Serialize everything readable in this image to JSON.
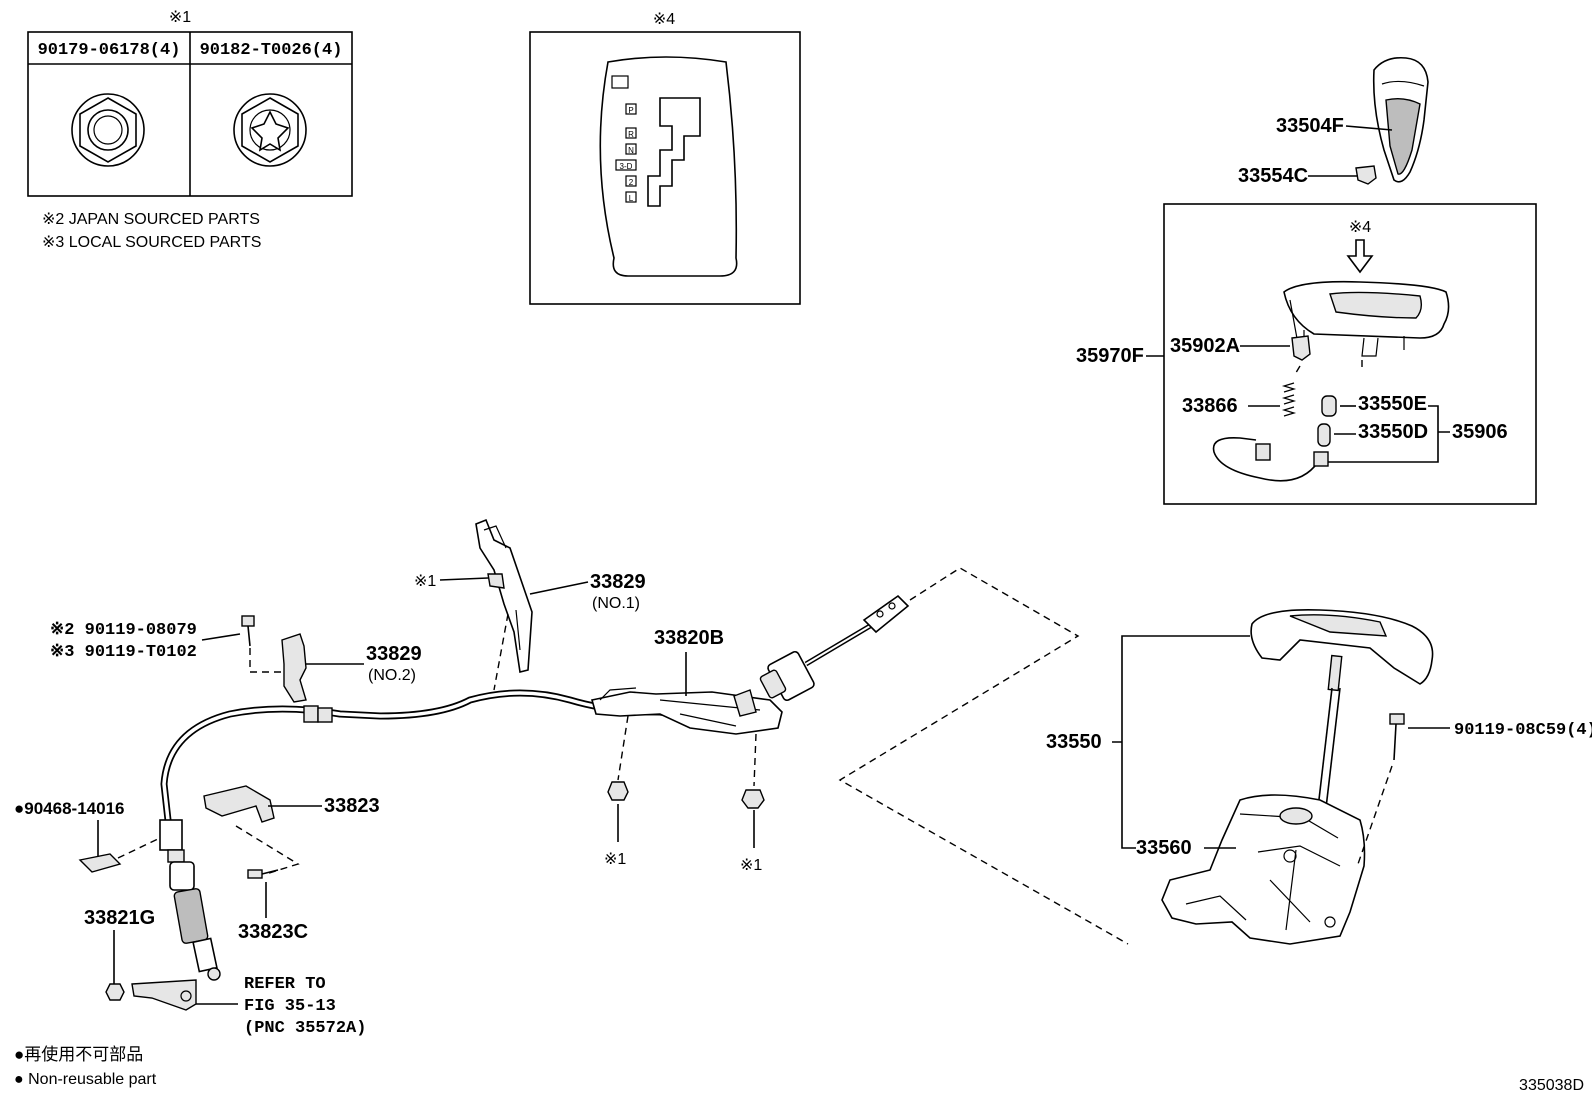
{
  "fastener_table": {
    "header_mark": "※1",
    "col1": "90179-06178(4)",
    "col2": "90182-T0026(4)"
  },
  "notes": {
    "japan": "※2 JAPAN SOURCED PARTS",
    "local": "※3 LOCAL SOURCED PARTS",
    "legend_jp": "●再使用不可部品",
    "legend_en": "● Non-reusable part"
  },
  "indicator_panel": {
    "mark": "※4",
    "positions": [
      "P",
      "R",
      "N",
      "3-D",
      "2",
      "L"
    ]
  },
  "labels": {
    "p33504F": "33504F",
    "p33554C": "33554C",
    "mark4_arrow": "※4",
    "p35970F": "35970F",
    "p35902A": "35902A",
    "p33866": "33866",
    "p33550E": "33550E",
    "p33550D": "33550D",
    "p35906": "35906",
    "mark1_clip": "※1",
    "p33829_no1": "33829",
    "no1": "(NO.1)",
    "bolt_mark2": "※2 90119-08079",
    "bolt_mark3": "※3 90119-T0102",
    "p33829_no2": "33829",
    "no2": "(NO.2)",
    "p33820B": "33820B",
    "p33550": "33550",
    "p90119_08C59": "90119-08C59(4)",
    "p33560": "33560",
    "p90468": "●90468-14016",
    "p33823": "33823",
    "p33823C": "33823C",
    "p33821G": "33821G",
    "mark1_nut_a": "※1",
    "mark1_nut_b": "※1",
    "refer_1": "REFER TO",
    "refer_2": "FIG 35-13",
    "refer_3": "(PNC 35572A)",
    "figure_id": "335038D"
  }
}
